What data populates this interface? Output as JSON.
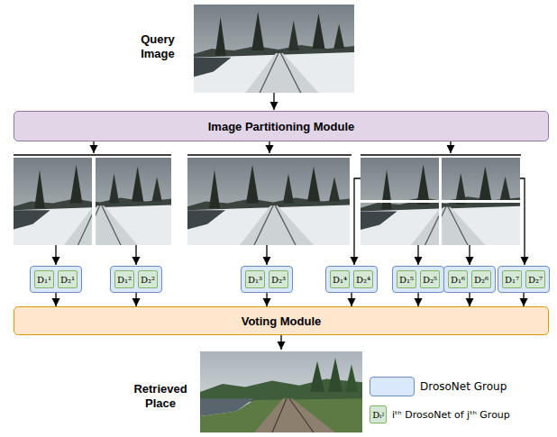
{
  "diagram": {
    "nodes": [
      {
        "text": [
          "Image Partitioning Module"
        ]
      },
      {
        "text": []
      },
      {
        "text": [
          "D₁¹"
        ],
        "in": 1
      },
      {
        "text": [
          "D₂¹"
        ],
        "in": 1
      },
      {
        "text": []
      },
      {
        "text": [
          "D₁²"
        ],
        "in": 4
      },
      {
        "text": [
          "D₂²"
        ],
        "in": 4
      },
      {
        "text": []
      },
      {
        "text": [
          "D₁³"
        ],
        "in": 7
      },
      {
        "text": [
          "D₂³"
        ],
        "in": 7
      },
      {
        "text": []
      },
      {
        "text": [
          "D₁⁴"
        ],
        "in": 10
      },
      {
        "text": [
          "D₂⁴"
        ],
        "in": 10
      },
      {
        "text": []
      },
      {
        "text": [
          "D₁⁵"
        ],
        "in": 13
      },
      {
        "text": [
          "D₂⁵"
        ],
        "in": 13
      },
      {
        "text": []
      },
      {
        "text": [
          "D₁⁶"
        ],
        "in": 16
      },
      {
        "text": [
          "D₂⁶"
        ],
        "in": 16
      },
      {
        "text": []
      },
      {
        "text": [
          "D₁⁷"
        ],
        "in": 19
      },
      {
        "text": [
          "D₂⁷"
        ],
        "in": 19
      },
      {
        "text": [
          "Voting Module"
        ]
      }
    ],
    "edges": [
      {
        "from": 1,
        "to": 22,
        "arrow": "to"
      },
      {
        "from": 4,
        "to": 22,
        "arrow": "to"
      },
      {
        "from": 7,
        "to": 22,
        "arrow": "to"
      },
      {
        "from": 10,
        "to": 22,
        "arrow": "to"
      },
      {
        "from": 13,
        "to": 22,
        "arrow": "to"
      },
      {
        "from": 16,
        "to": 22,
        "arrow": "to"
      },
      {
        "from": 19,
        "to": 22,
        "arrow": "to"
      }
    ],
    "labels": [
      "Query Image",
      "Retrieved Place",
      "Dᵢʲ"
    ],
    "legend": [
      {
        "text": "DrosoNet Group",
        "color": "#dae8fc"
      },
      {
        "text": "iᵗʰ DrosoNet of jᵗʰ Group"
      }
    ]
  }
}
